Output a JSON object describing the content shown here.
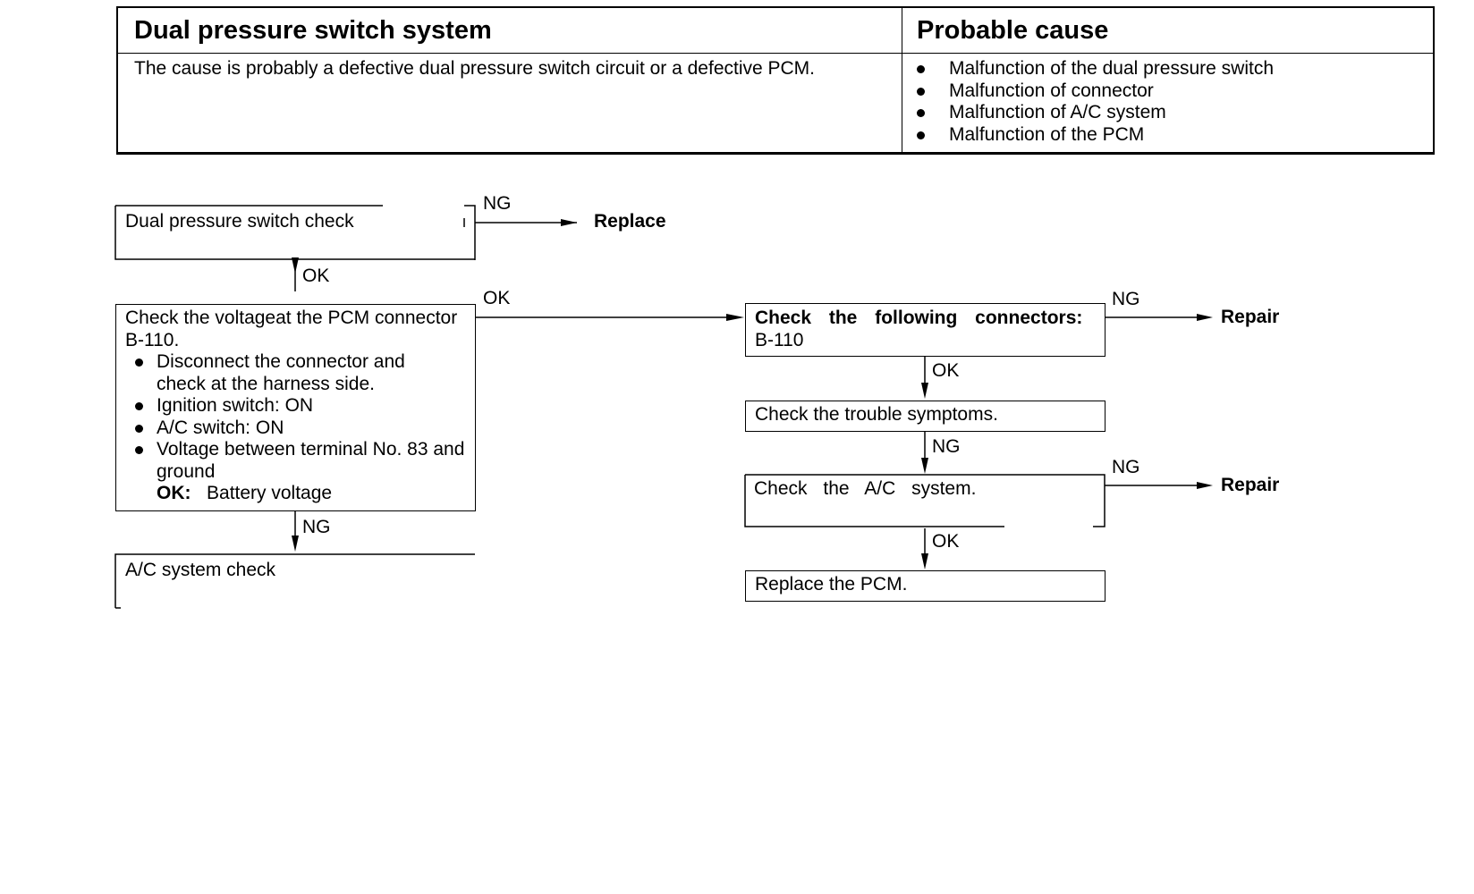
{
  "table": {
    "header_left": "Dual pressure switch system",
    "header_right": "Probable cause",
    "description": "The cause is probably a defective dual pressure switch circuit or a defective PCM.",
    "causes": [
      "Malfunction of the dual pressure switch",
      "Malfunction of connector",
      "Malfunction of A/C system",
      "Malfunction of the PCM"
    ]
  },
  "flow": {
    "dual_check": "Dual pressure switch check",
    "replace": "Replace",
    "voltage_check": {
      "line1": "Check the voltageat the PCM connector",
      "line2": "B-110.",
      "bullets": [
        "Disconnect the connector and",
        "check at the harness side.",
        "Ignition switch: ON",
        "A/C switch: ON",
        "Voltage between terminal No. 83 and",
        "ground"
      ],
      "ok_label": "OK:",
      "ok_value": "Battery voltage"
    },
    "ac_check": "A/C system check",
    "connectors": {
      "heading": "Check the following connectors:",
      "value": "B-110"
    },
    "repair": "Repair",
    "trouble": "Check the trouble symptoms.",
    "ac_system": "Check the A/C system.",
    "replace_pcm": "Replace the PCM.",
    "ok": "OK",
    "ng": "NG"
  }
}
